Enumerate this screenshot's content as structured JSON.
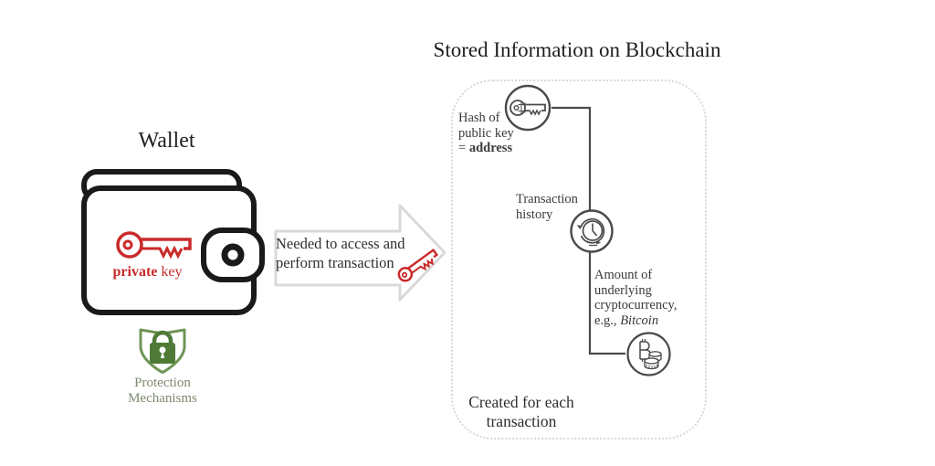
{
  "left": {
    "title": "Wallet",
    "private_key": {
      "bold": "private",
      "rest": " key"
    },
    "protection": {
      "line1": "Protection",
      "line2": "Mechanisms"
    }
  },
  "arrow": {
    "label": "Needed to access and perform transaction"
  },
  "blockchain": {
    "title": "Stored Information on Blockchain",
    "hash": {
      "line1": "Hash of",
      "line2": "public key",
      "line3_prefix": "= ",
      "line3_bold": "address"
    },
    "history": {
      "line1": "Transaction",
      "line2": "history"
    },
    "amount": {
      "line1": "Amount of",
      "line2": "underlying",
      "line3": "cryptocurrency,",
      "line4_prefix": "e.g., ",
      "line4_italic": "Bitcoin"
    },
    "footer": {
      "line1": "Created for each",
      "line2": "transaction"
    }
  },
  "colors": {
    "key_red": "#c92a2a",
    "wallet_black": "#1a1a1a",
    "shield_green": "#6f9455",
    "lock_green": "#4e7a36",
    "protection_text": "#7d8a70",
    "arrow_outline": "#d9d9d9",
    "diagram_gray": "#4a4a4a",
    "box_dotted_border": "#d8d8d8"
  }
}
